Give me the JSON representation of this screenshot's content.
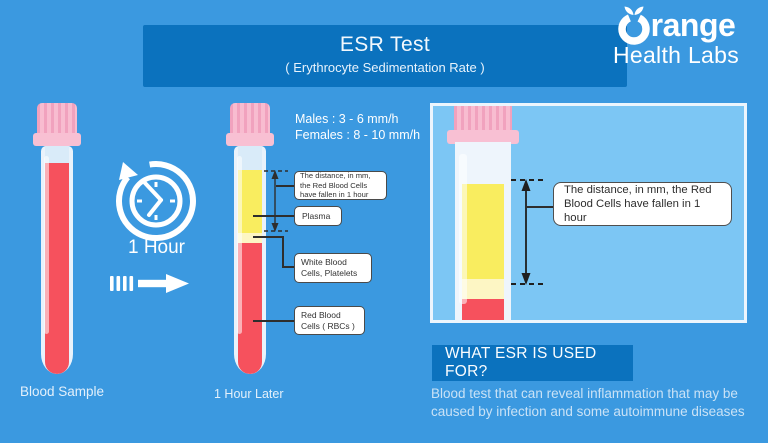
{
  "header": {
    "title": "ESR Test",
    "subtitle": "( Erythrocyte Sedimentation Rate )"
  },
  "logo": {
    "brand": "Orange",
    "brand_tail": "range",
    "tagline": "Health Labs"
  },
  "left_tube": {
    "label": "Blood Sample"
  },
  "timer": {
    "label": "1 Hour"
  },
  "middle_tube": {
    "label": "1 Hour Later",
    "normal_ranges": {
      "males": "Males : 3 - 6 mm/h",
      "females": "Females : 8 - 10 mm/h"
    },
    "callouts": {
      "distance": "The distance, in mm, the Red Blood Cells have fallen in 1 hour",
      "plasma": "Plasma",
      "white_cells": "White Blood Cells, Platelets",
      "red_cells": "Red Blood Cells ( RBCs )"
    }
  },
  "zoom_panel": {
    "callout": "The distance, in mm, the Red Blood Cells have fallen in 1 hour"
  },
  "usage": {
    "heading": "WHAT ESR IS USED FOR?",
    "description": "Blood test that can reveal inflammation that may be caused by infection and some autoimmune diseases"
  },
  "colors": {
    "background": "#3B99E0",
    "accent_box": "#0B72BE",
    "panel_background": "#7CC6F4",
    "plasma_yellow": "#F9ED5F",
    "buffy_coat_pale_yellow": "#FDF6C4",
    "blood_red": "#F6515D",
    "cap_pink": "#F8BCD0"
  }
}
